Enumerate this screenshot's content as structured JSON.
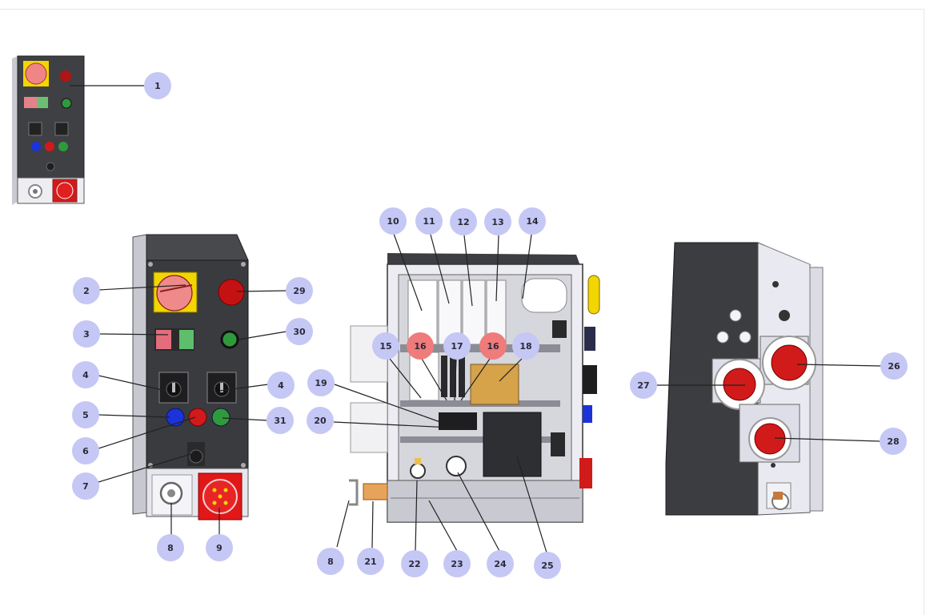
{
  "colors": {
    "callout_fill": "#c5c7f4",
    "callout_highlight": "#ef7b7b",
    "leader_line": "#222222",
    "panel_dark": "#3b3c40",
    "enclosure_light": "#dcdce6",
    "indicator_red": "#d11a1a",
    "indicator_green": "#2f9a3c",
    "indicator_blue": "#1b33d8",
    "switch_yellow": "#f3d500"
  },
  "callouts": {
    "c1": "1",
    "c2": "2",
    "c3": "3",
    "c4a": "4",
    "c4b": "4",
    "c5": "5",
    "c6": "6",
    "c7": "7",
    "c8a": "8",
    "c9": "9",
    "c29": "29",
    "c30": "30",
    "c31": "31",
    "c10": "10",
    "c11": "11",
    "c12": "12",
    "c13": "13",
    "c14": "14",
    "c15": "15",
    "c16a": "16",
    "c17": "17",
    "c16b": "16",
    "c18": "18",
    "c19": "19",
    "c20": "20",
    "c8b": "8",
    "c21": "21",
    "c22": "22",
    "c23": "23",
    "c24": "24",
    "c25": "25",
    "c26": "26",
    "c27": "27",
    "c28": "28"
  }
}
